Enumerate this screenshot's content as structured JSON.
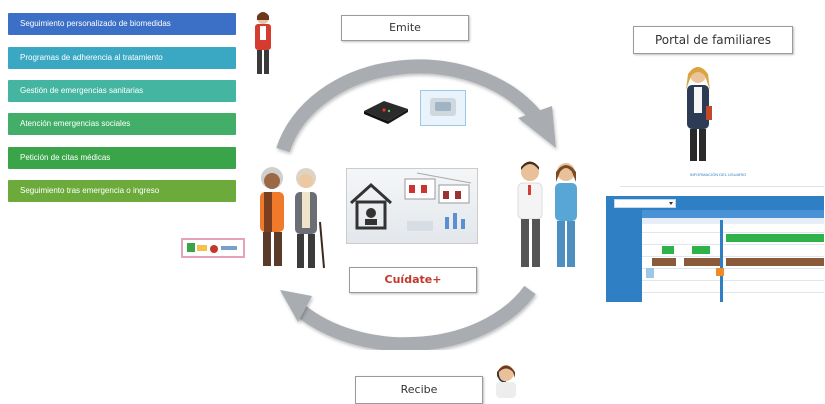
{
  "services": [
    {
      "label": "Seguimiento personalizado de biomedidas",
      "color": "#3c6fc6"
    },
    {
      "label": "Programas de adherencia al tratamiento",
      "color": "#3aa7c3"
    },
    {
      "label": "Gestión de emergencias sanitarias",
      "color": "#44b5a0"
    },
    {
      "label": "Atención emergencias sociales",
      "color": "#42ae67"
    },
    {
      "label": "Petición de citas médicas",
      "color": "#3aa548"
    },
    {
      "label": "Seguimiento tras emergencia o ingreso",
      "color": "#6cab3b"
    }
  ],
  "cycle": {
    "top_label": "Emite",
    "center_label": "Cuídate+",
    "bottom_label": "Recibe"
  },
  "portal": {
    "title": "Portal de familiares",
    "dashboard_header": "INFORMACIÓN DEL USUARIO"
  },
  "colors": {
    "arrow": "#a9acb0",
    "center_label": "#c0392b",
    "dashboard": "#2f7fc4",
    "gantt_green": "#2fb24a",
    "gantt_brown": "#8b5a3a",
    "gantt_orange": "#f08a24"
  }
}
